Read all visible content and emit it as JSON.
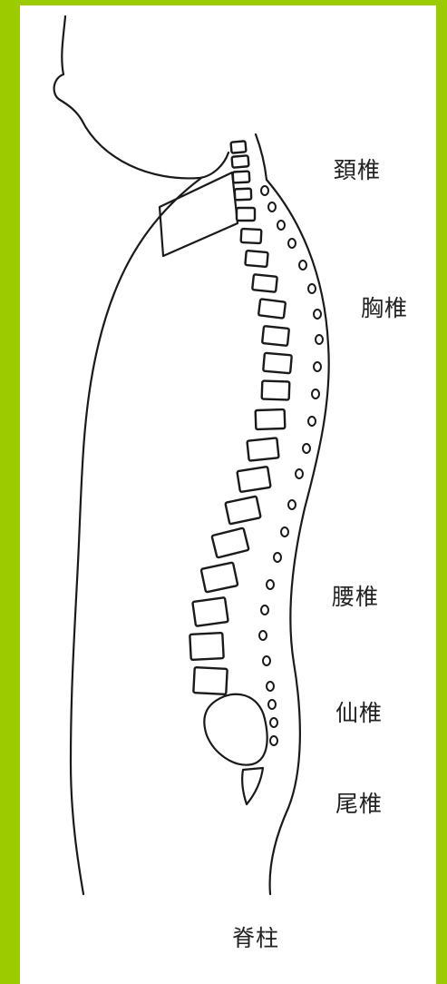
{
  "colors": {
    "border": "#9ccc00",
    "line": "#1a1a1a",
    "background": "#ffffff"
  },
  "labels": {
    "cervical": "頚椎",
    "thoracic": "胸椎",
    "lumbar": "腰椎",
    "sacral": "仙椎",
    "coccyx": "尾椎",
    "caption": "脊柱"
  }
}
